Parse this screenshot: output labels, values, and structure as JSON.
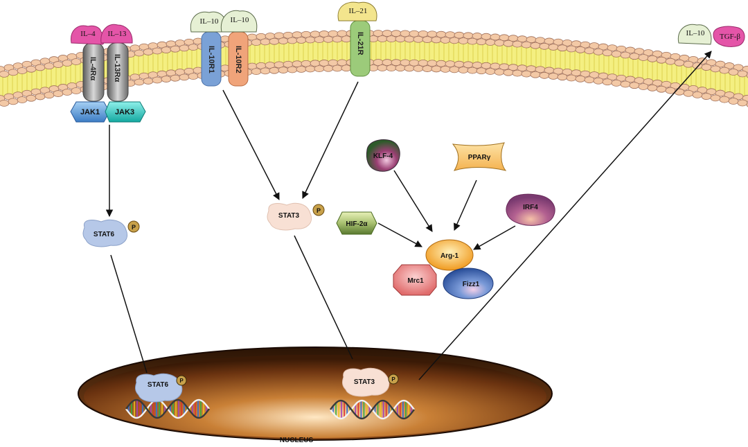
{
  "receptors": {
    "il4": "IL–4",
    "il13": "IL–13",
    "il4ra": "IL-4Rα",
    "il13ra": "IL-13Rα",
    "jak1": "JAK1",
    "jak3": "JAK3",
    "il10_a": "IL–10",
    "il10_b": "IL–10",
    "il10r1": "IL-10R1",
    "il10r2": "IL-10R2",
    "il21": "IL–21",
    "il21r": "IL-21R"
  },
  "secreted": {
    "il10": "IL–10",
    "tgfb": "TGF-β"
  },
  "cytoplasm": {
    "stat6": "STAT6",
    "stat3": "STAT3",
    "phospho": "P",
    "klf4": "KLF-4",
    "ppar": "PPARγ",
    "hif2a": "HIF-2α",
    "irf4": "IRF4",
    "arg1": "Arg-1",
    "mrc1": "Mrc1",
    "fizz1": "Fizz1"
  },
  "nucleus": {
    "label": "NUCLEUS",
    "stat6": "STAT6",
    "stat3": "STAT3",
    "phospho": "P"
  },
  "colors": {
    "membrane_head": "#f3c9a6",
    "membrane_tail": "#f2ec6b",
    "il4": "#e455a8",
    "il10": "#e6f0d4",
    "il21": "#f3e58d",
    "il10r1": "#7aa1d6",
    "il10r2": "#f0a47a",
    "il21r": "#9ccb7a",
    "jak1": "#5f9fd8",
    "jak3": "#2cc7c0",
    "stat6": "#b6c8e8",
    "stat3": "#f8e0d4",
    "arg1": "#f4a530",
    "nucleus": "#8a4a1a"
  }
}
